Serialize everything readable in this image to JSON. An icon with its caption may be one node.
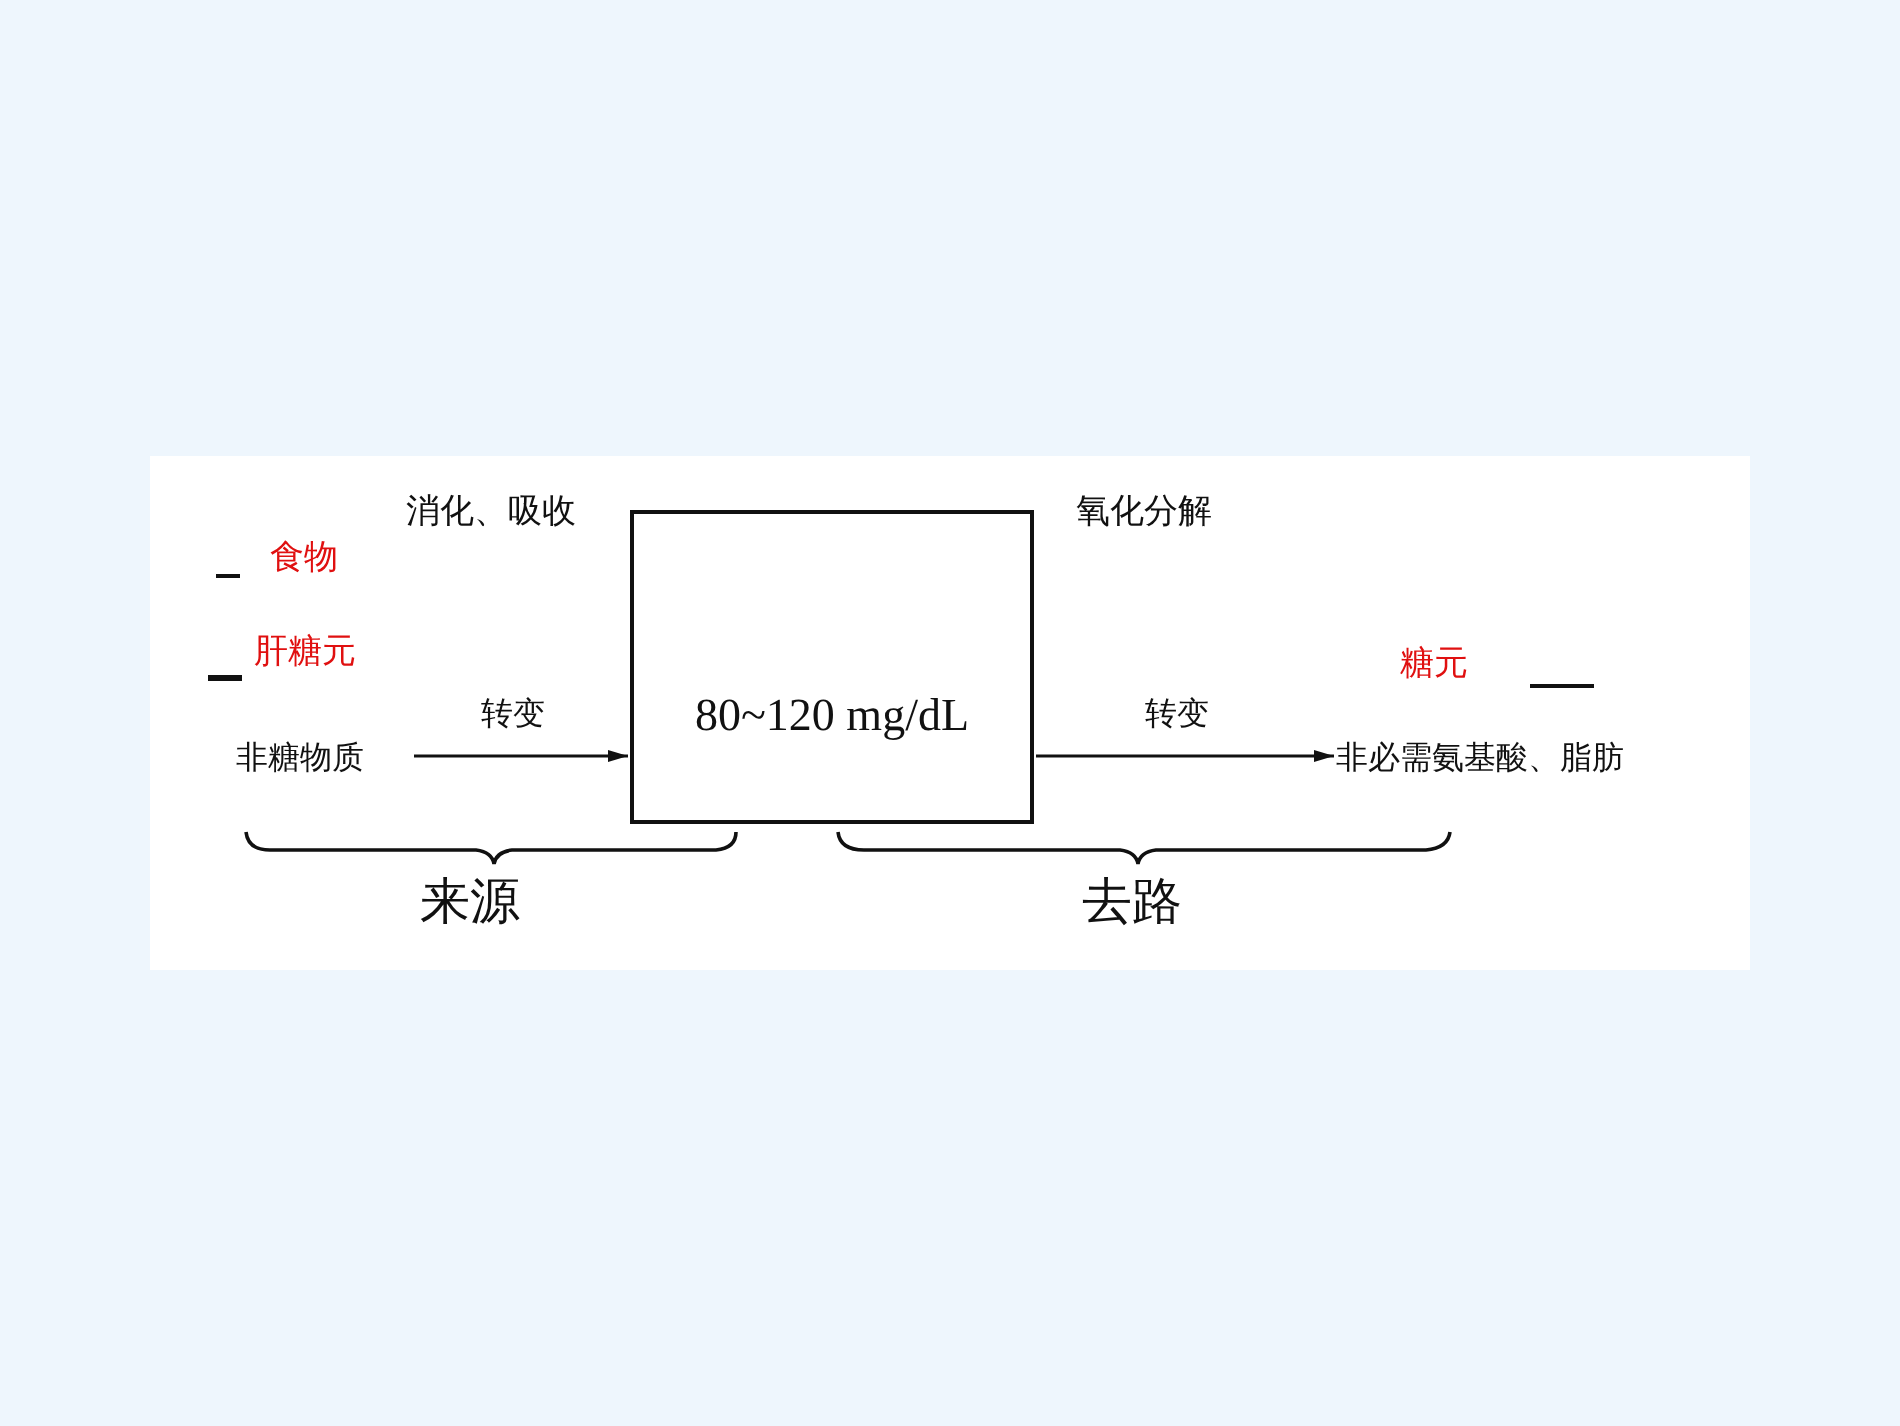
{
  "diagram": {
    "nodes": [
      {
        "text": [
          "80~120 mg/dL"
        ]
      },
      {
        "text": [
          "非糖物质"
        ]
      },
      {
        "text": [
          "非必需氨基酸、脂肪"
        ]
      }
    ],
    "edges": [
      {
        "from": 1,
        "to": 0,
        "arrow": "to",
        "label": "转变"
      },
      {
        "from": 0,
        "to": 2,
        "arrow": "to",
        "label": "转变"
      }
    ],
    "labels": [
      "消化、吸收",
      "氧化分解",
      "食物",
      "肝糖元",
      "糖元",
      "来源",
      "去路"
    ]
  }
}
